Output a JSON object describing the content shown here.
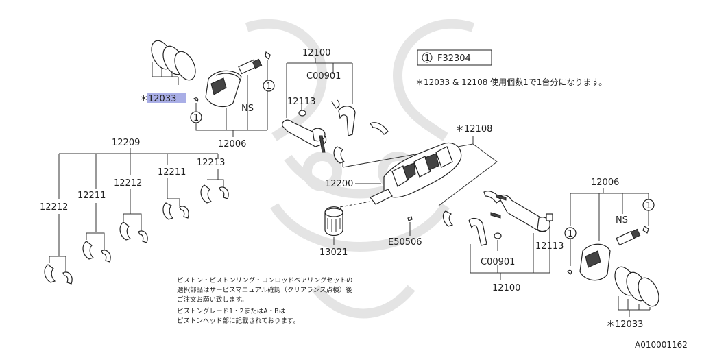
{
  "header": {
    "ref_mark": "1",
    "ref_code": "F32304",
    "qty_note": "＊12033 & 12108 使用個数1で1台分になります。"
  },
  "labels": {
    "ring_set_left": "＊12033",
    "ring_set_right": "＊12033",
    "piston_left": "12006",
    "piston_right": "12006",
    "rod_top": "12100",
    "rod_bottom": "12100",
    "cap_top": "C00901",
    "cap_bottom": "C00901",
    "bolt_top": "12113",
    "bolt_bottom": "12113",
    "crank_bearing": "＊12108",
    "crankshaft": "12200",
    "pulley": "13021",
    "key": "E50506",
    "bearing_set": "12209",
    "bearing_a": "12212",
    "bearing_b": "12211",
    "bearing_c": "12212",
    "bearing_d": "12211",
    "bearing_e": "12213",
    "ns_left": "NS",
    "ns_right": "NS",
    "callout_1": "1"
  },
  "notes": {
    "line1": "ピストン・ピストンリング・コンロッドベアリングセットの",
    "line2": "選択部品はサービスマニュアル確認（クリアランス点検）後",
    "line3": "ご注文お願い致します。",
    "line4": "ピストングレード1・2またはA・Bは",
    "line5": "ピストンヘッド部に記載されております。"
  },
  "footer": {
    "image_code": "A010001162"
  },
  "colors": {
    "highlight": "#a9aee6",
    "ink": "#222222",
    "watermark": "#e2e2e2"
  }
}
